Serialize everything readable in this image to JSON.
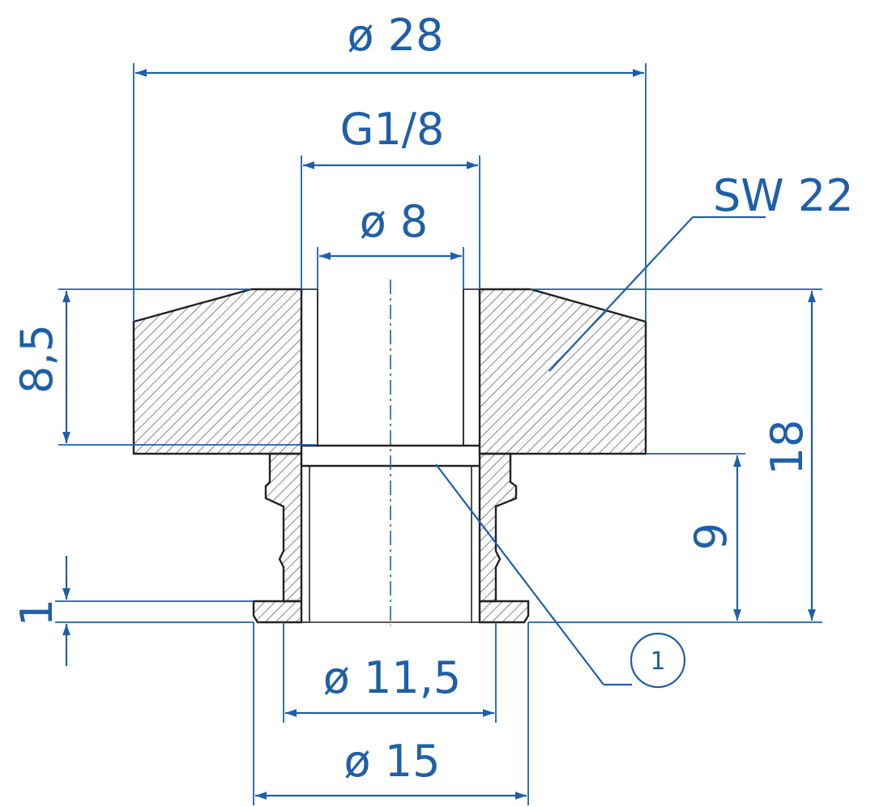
{
  "drawing": {
    "dimensions": {
      "outer_diameter": "ø 28",
      "thread": "G1/8",
      "bore_diameter": "ø 8",
      "wrench_size": "SW 22",
      "head_height": "8,5",
      "total_height": "18",
      "shank_height": "9",
      "collar_height": "1",
      "shank_diameter": "ø 11,5",
      "collar_diameter": "ø 15"
    },
    "callout_number": "1",
    "colors": {
      "dimension": "#1f5fa8",
      "part_outline": "#222222",
      "hatch": "#444444"
    }
  }
}
